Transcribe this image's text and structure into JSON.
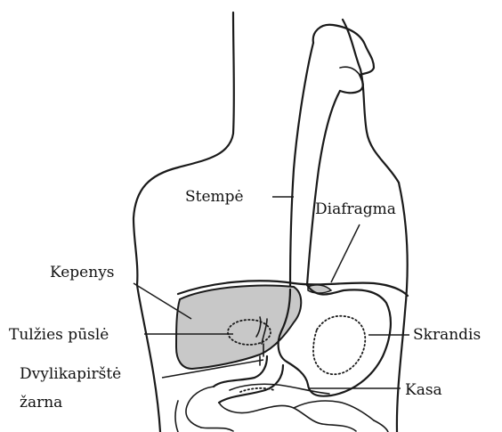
{
  "diagram": {
    "labels": {
      "stempe": "Stempė",
      "diafragma": "Diafragma",
      "kepenys": "Kepenys",
      "tulzies_pusle": "Tulžies pūslė",
      "skrandis": "Skrandis",
      "dvylikapirste_1": "Dvylikapirštė",
      "dvylikapirste_2": "žarna",
      "kasa": "Kasa"
    },
    "colors": {
      "liver_fill": "#c8c8c8",
      "outline": "#1a1a1a",
      "background": "#ffffff"
    }
  }
}
